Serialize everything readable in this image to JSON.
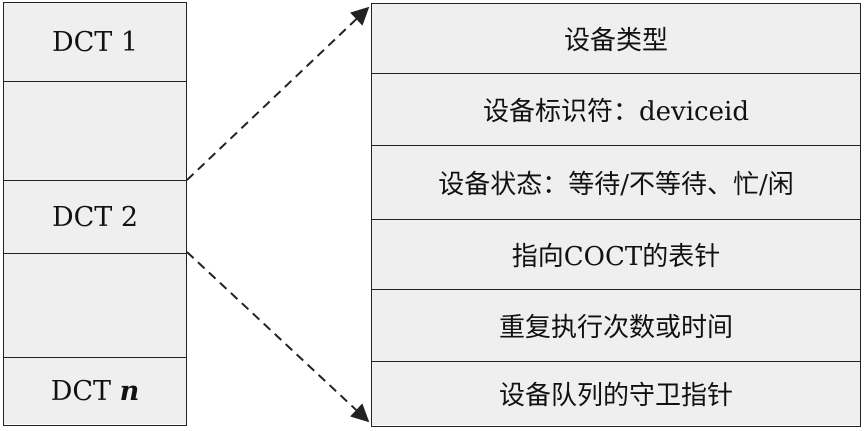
{
  "dct_table": {
    "entries": [
      {
        "prefix": "DCT 1",
        "suffix": ""
      },
      {
        "prefix": "",
        "suffix": ""
      },
      {
        "prefix": "DCT 2",
        "suffix": ""
      },
      {
        "prefix": "",
        "suffix": ""
      },
      {
        "prefix": "DCT ",
        "suffix": "n"
      }
    ]
  },
  "dct_detail": {
    "fields": [
      "设备类型",
      "设备标识符：deviceid",
      "设备状态：等待/不等待、忙/闲",
      "指向COCT的表针",
      "重复执行次数或时间",
      "设备队列的守卫指针"
    ]
  }
}
